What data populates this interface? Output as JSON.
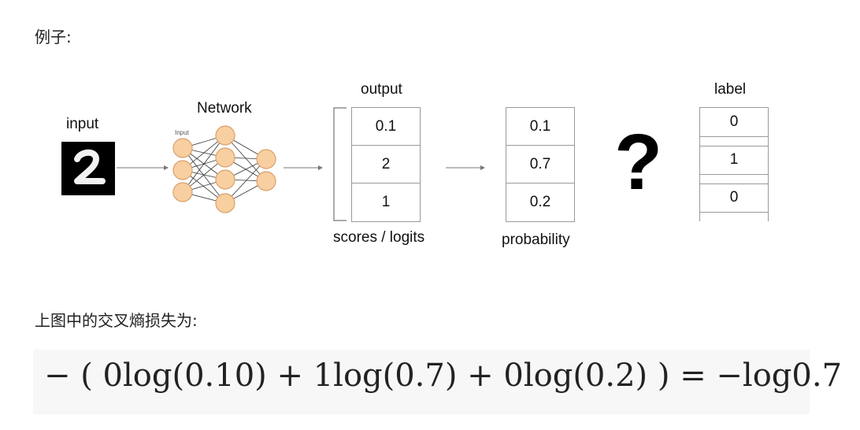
{
  "intro_heading": "例子:",
  "diagram": {
    "input_label": "input",
    "digit_glyph": "2",
    "network_label": "Network",
    "network_input_tag": "Input",
    "output_label": "output",
    "output_values": [
      "0.1",
      "2",
      "1"
    ],
    "scores_label": "scores / logits",
    "probability_values": [
      "0.1",
      "0.7",
      "0.2"
    ],
    "probability_label": "probability",
    "question_mark": "?",
    "label_title": "label",
    "label_values": [
      "0",
      "1",
      "0"
    ]
  },
  "loss_heading": "上图中的交叉熵损失为:",
  "formula": "− ( 0log(0.10) + 1log(0.7) + 0log(0.2) ) = −log0.7",
  "colors": {
    "neuron_fill": "#f8cfa0",
    "neuron_stroke": "#d9a06c",
    "cell_border": "#9a9a9a",
    "formula_bg": "#f7f7f7"
  }
}
